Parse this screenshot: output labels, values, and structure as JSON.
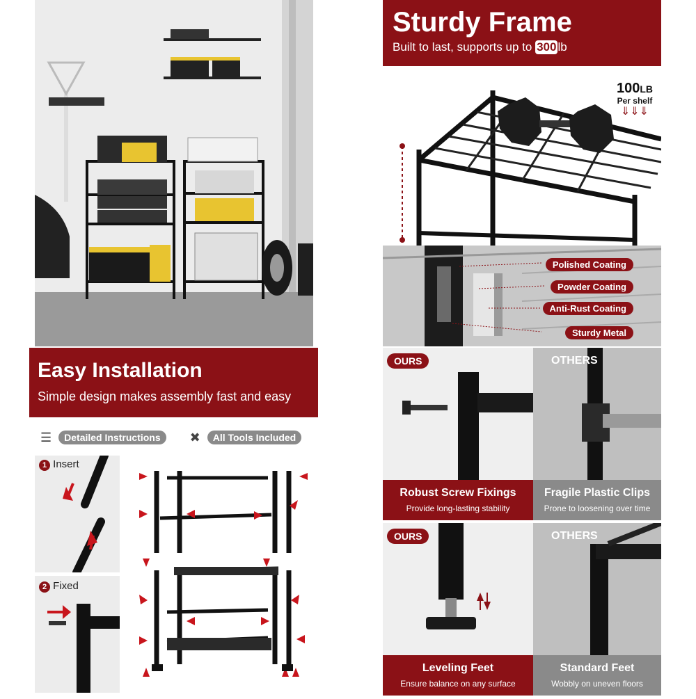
{
  "sturdy": {
    "title": "Sturdy Frame",
    "subtitle_prefix": "Built to last, supports up to",
    "weight": "300",
    "unit": "lb",
    "load_value": "100",
    "load_unit": "LB",
    "load_caption": "Per shelf",
    "coatings": [
      "Polished Coating",
      "Powder Coating",
      "Anti-Rust Coating",
      "Sturdy Metal"
    ]
  },
  "install": {
    "title": "Easy Installation",
    "subtitle": "Simple design makes assembly fast and easy",
    "features": [
      "Detailed Instructions",
      "All Tools Included"
    ],
    "steps": [
      {
        "num": "1",
        "label": "Insert"
      },
      {
        "num": "2",
        "label": "Fixed"
      }
    ]
  },
  "compare": {
    "ours_label": "OURS",
    "others_label": "OTHERS",
    "fixings": {
      "ours_title": "Robust Screw Fixings",
      "ours_sub": "Provide long-lasting stability",
      "others_title": "Fragile Plastic Clips",
      "others_sub": "Prone to loosening over time"
    },
    "feet": {
      "ours_title": "Leveling Feet",
      "ours_sub": "Ensure balance on any surface",
      "others_title": "Standard Feet",
      "others_sub": "Wobbly on uneven floors"
    }
  },
  "colors": {
    "accent": "#8b1116",
    "gray": "#8a8a8a"
  }
}
